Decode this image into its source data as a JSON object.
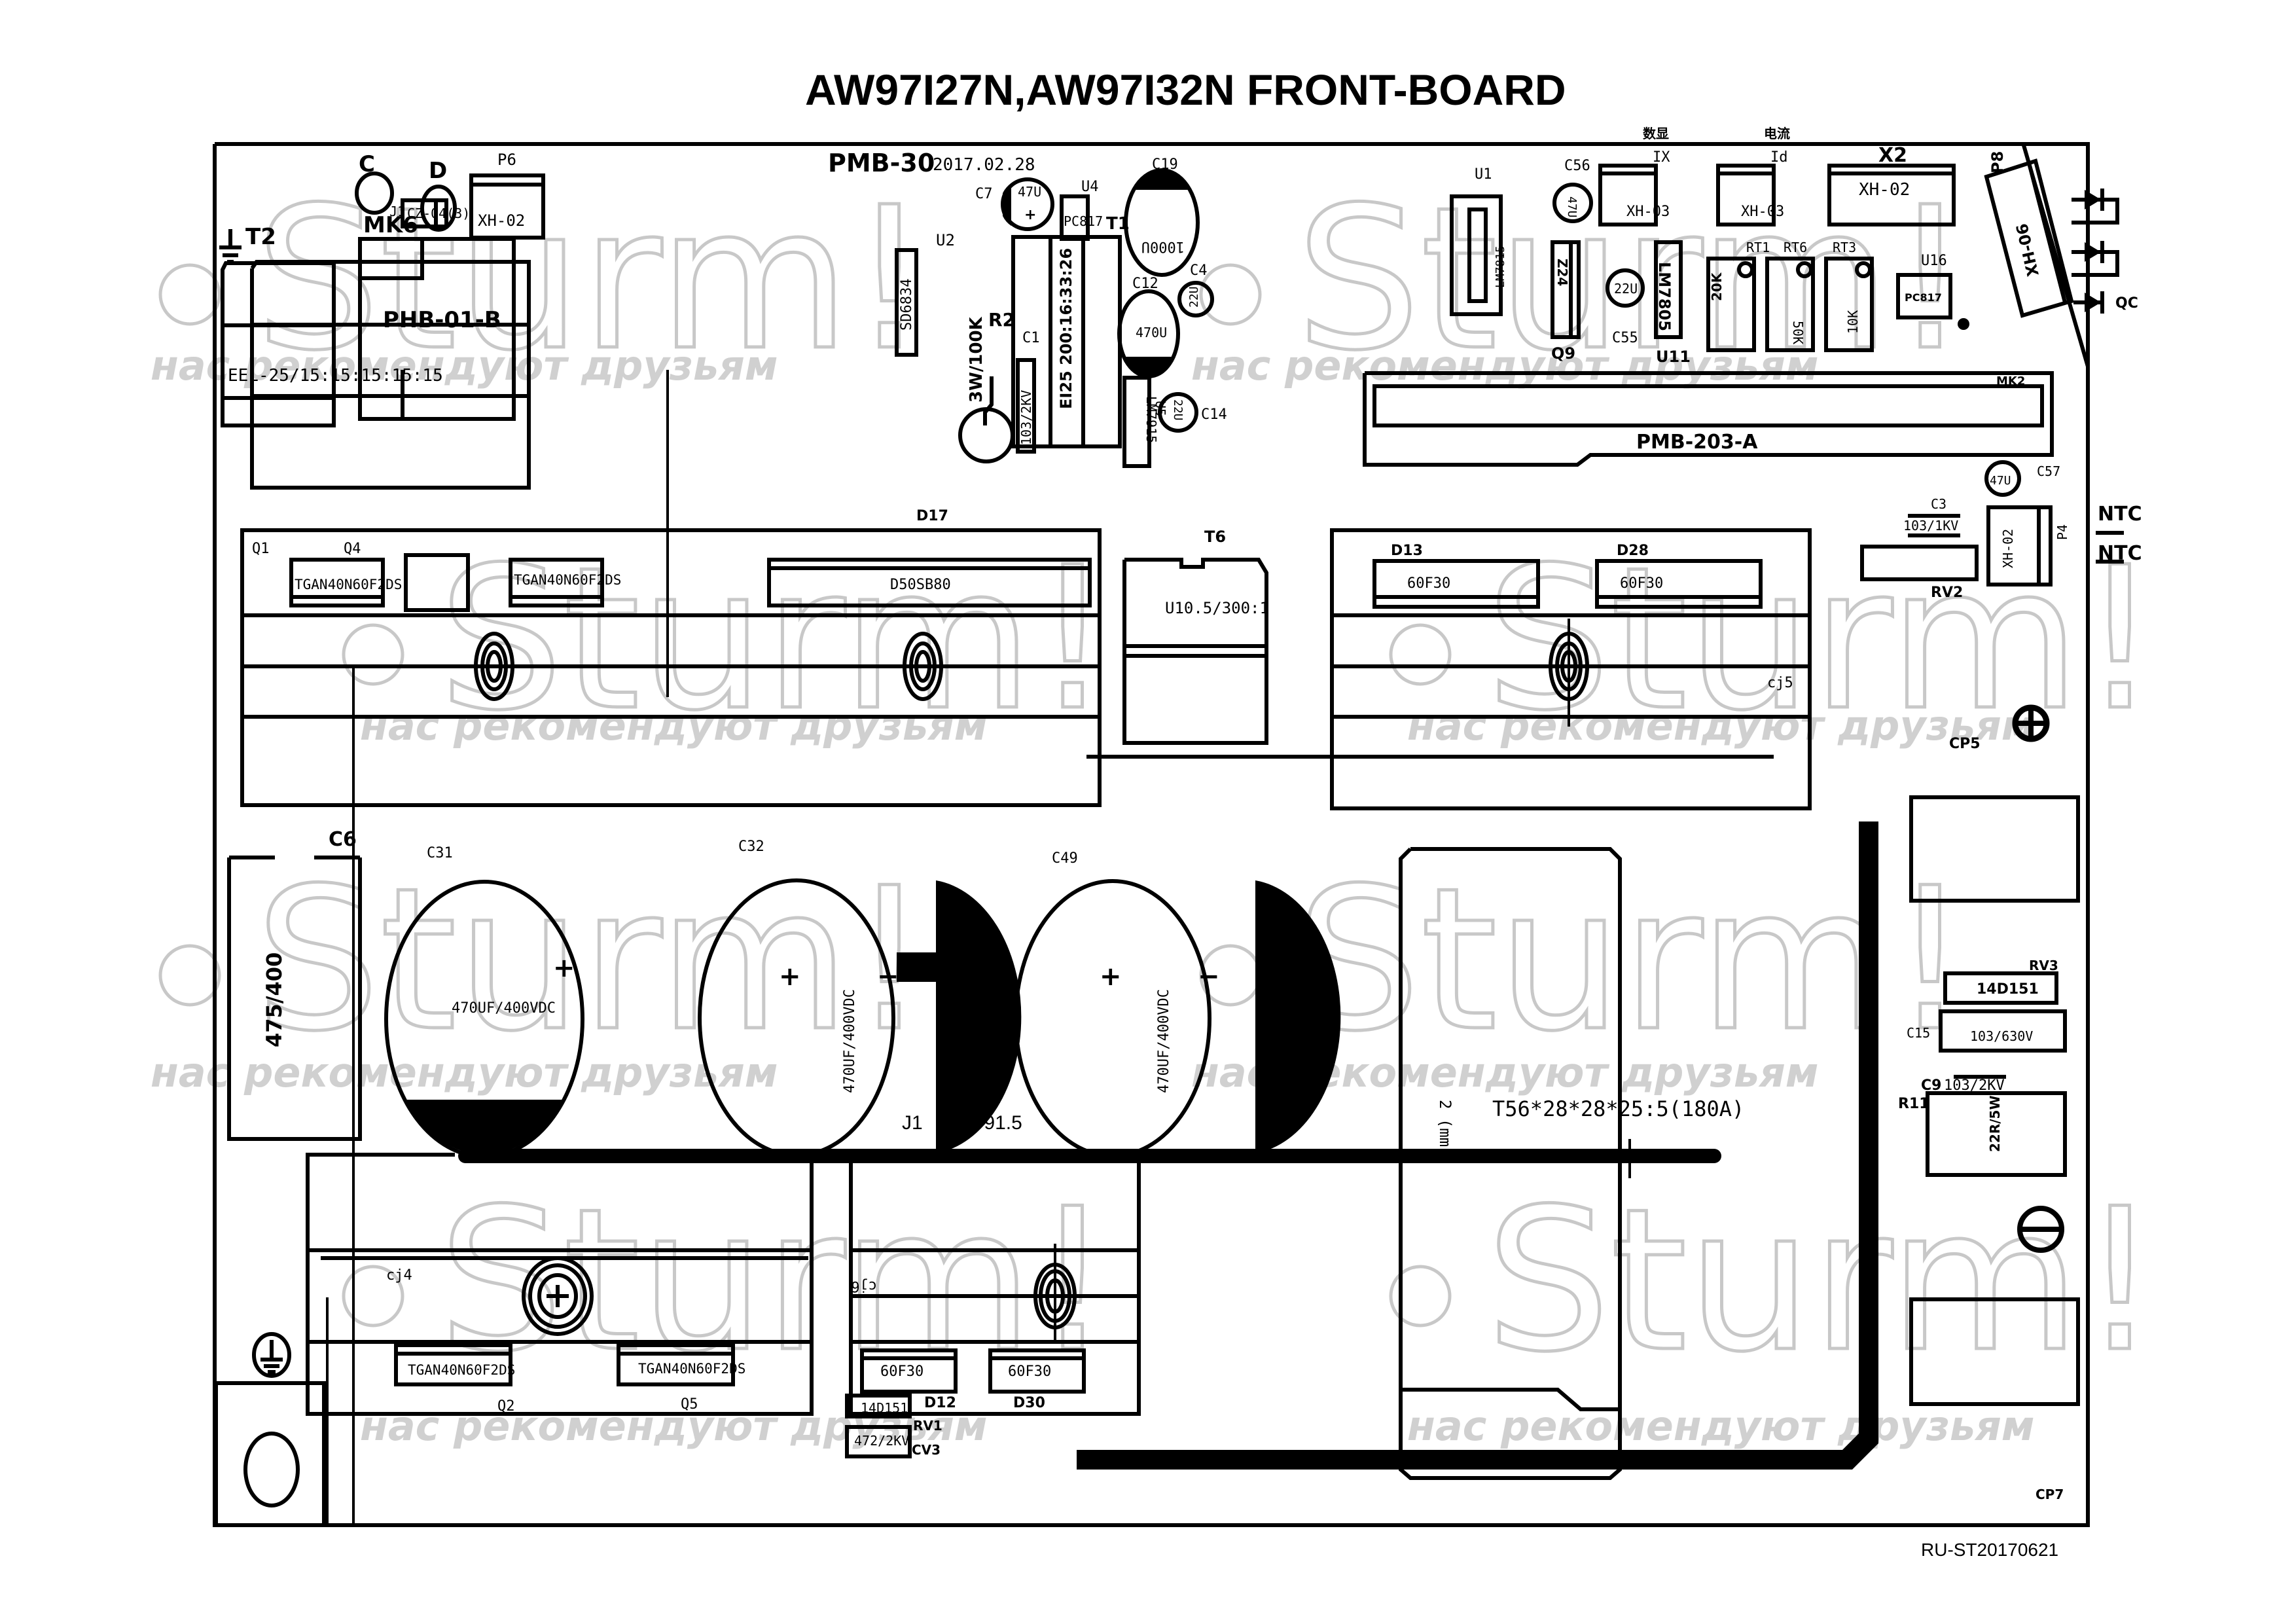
{
  "title": "AW97I27N,AW97I32N  FRONT-BOARD",
  "board": {
    "name": "PMB-30",
    "date": "2017.02.28"
  },
  "footer_code": "RU-ST20170621",
  "watermark": {
    "brand": "Sturm!",
    "slogan": "нас рекомендуют друзьям"
  },
  "labels_cn": {
    "digital_display": "数显",
    "current": "电流"
  },
  "components": {
    "C": "C",
    "D": "D",
    "P6": {
      "ref": "P6",
      "value": "XH-02"
    },
    "T2": {
      "ref": "T2",
      "value": "EEL-25/15:15:15:15:15"
    },
    "MK6": {
      "ref": "MK6",
      "value": "PHB-01-B"
    },
    "J1_top": {
      "ref": "J1",
      "value": "CZ-04(3)"
    },
    "U2": {
      "ref": "U2",
      "value": "SD6834"
    },
    "R2": {
      "ref": "R2",
      "value": "3W/100K"
    },
    "C1": {
      "ref": "C1",
      "value": "103/2KV"
    },
    "C7": {
      "ref": "C7",
      "value": "47U"
    },
    "U4": {
      "ref": "U4",
      "value": "PC817"
    },
    "T1": {
      "ref": "T1",
      "value": "EI25 200:16:33:26"
    },
    "C19": {
      "ref": "C19",
      "value": "1000U"
    },
    "C12": {
      "ref": "C12",
      "value": "470U"
    },
    "C4": {
      "ref": "C4",
      "value": "22U"
    },
    "U5": {
      "ref": "U5",
      "value": "LM7915"
    },
    "C14": {
      "ref": "C14",
      "value": "22U"
    },
    "U1": {
      "ref": "U1",
      "value": "LM7815"
    },
    "C56": {
      "ref": "C56",
      "value": "47U"
    },
    "Q9": {
      "ref": "Q9",
      "value": "Z24"
    },
    "C55": {
      "ref": "C55",
      "value": "22U"
    },
    "U11": {
      "ref": "U11",
      "value": "LM7805"
    },
    "IX": {
      "ref": "IX",
      "value": "XH-03"
    },
    "Id": {
      "ref": "Id",
      "value": "XH-03"
    },
    "X2": {
      "ref": "X2",
      "value": "XH-02"
    },
    "RT1": {
      "ref": "RT1",
      "value": "20K"
    },
    "RT6": {
      "ref": "RT6",
      "value": "50K"
    },
    "RT3": {
      "ref": "RT3",
      "value": "10K"
    },
    "U16": {
      "ref": "U16",
      "value": "PC817"
    },
    "P8": {
      "ref": "P8",
      "value": "XH-06"
    },
    "MK2": {
      "ref": "MK2",
      "value": "PMB-203-A"
    },
    "QC": "QC",
    "C57": {
      "ref": "C57",
      "value": "47U"
    },
    "C3": {
      "ref": "C3",
      "value": "103/1KV"
    },
    "RV2": {
      "ref": "RV2"
    },
    "P4": {
      "ref": "P4",
      "value": "XH-02"
    },
    "NTC": "NTC",
    "NTC_bar": "NTC",
    "CP5": "CP5",
    "D17": {
      "ref": "D17",
      "value": "D50SB80"
    },
    "Q1": {
      "ref": "Q1",
      "value": "TGAN40N60F2DS"
    },
    "Q4": {
      "ref": "Q4",
      "value": "TGAN40N60F2DS"
    },
    "T6": {
      "ref": "T6",
      "value": "U10.5/300:1"
    },
    "D13": {
      "ref": "D13",
      "value": "60F30"
    },
    "D28": {
      "ref": "D28",
      "value": "60F30"
    },
    "cj5": "cj5",
    "C6": {
      "ref": "C6",
      "value": "475/400"
    },
    "C31": {
      "ref": "C31",
      "value": "470UF/400VDC"
    },
    "C32": {
      "ref": "C32",
      "value": "470UF/400VDC"
    },
    "C49": {
      "ref": "C49",
      "value": "470UF/400VDC"
    },
    "J1_bottom": {
      "ref": "J1",
      "value": "2.0*91.5"
    },
    "T_main": {
      "value": "T56*28*28*25:5(180A)",
      "dim": "2 (mm)"
    },
    "RV3": {
      "ref": "RV3",
      "value": "14D151"
    },
    "C15": {
      "ref": "C15",
      "value": "103/630V"
    },
    "C9": {
      "ref": "C9",
      "value": "103/2KV"
    },
    "R11": {
      "ref": "R11",
      "value": "22R/5W"
    },
    "cj4": "cj4",
    "cj6": "cj6",
    "Q2": {
      "ref": "Q2",
      "value": "TGAN40N60F2DS"
    },
    "Q5": {
      "ref": "Q5",
      "value": "TGAN40N60F2DS"
    },
    "D12": {
      "ref": "D12",
      "value": "60F30"
    },
    "D30": {
      "ref": "D30",
      "value": "60F30"
    },
    "RV1": {
      "ref": "RV1",
      "value": "14D151"
    },
    "CV3": {
      "ref": "CV3",
      "value": "472/2KV"
    },
    "CP7": "CP7"
  }
}
